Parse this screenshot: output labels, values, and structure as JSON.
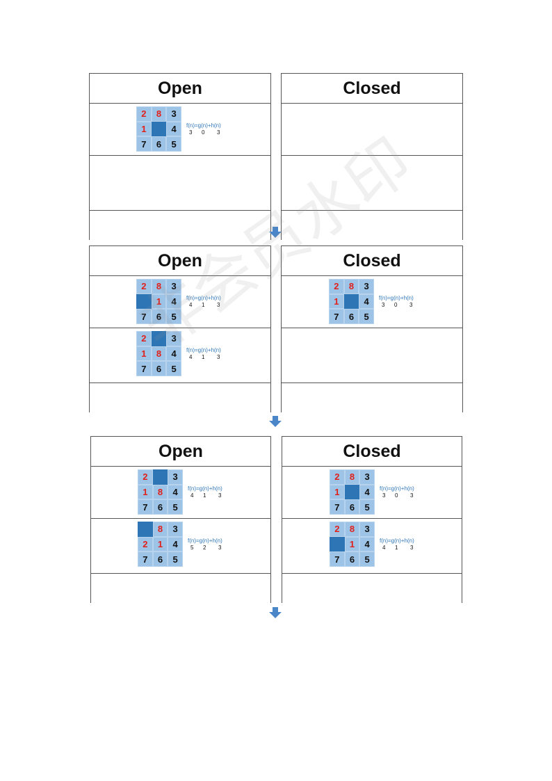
{
  "labels": {
    "open": "Open",
    "closed": "Closed"
  },
  "formula_label": "f(n)=g(n)+h(n)",
  "colors": {
    "tile": "#9dc3e6",
    "blank": "#2e75b6",
    "misplaced": "#e0201b",
    "arrow": "#4a86c8"
  },
  "stages": [
    {
      "open": [
        {
          "tiles": [
            "2",
            "8",
            "3",
            "1",
            "",
            "4",
            "7",
            "6",
            "5"
          ],
          "red": [
            0,
            1,
            3
          ],
          "f": "3",
          "g": "0",
          "h": "3"
        }
      ],
      "closed": []
    },
    {
      "open": [
        {
          "tiles": [
            "2",
            "8",
            "3",
            "",
            "1",
            "4",
            "7",
            "6",
            "5"
          ],
          "red": [
            0,
            1,
            4
          ],
          "f": "4",
          "g": "1",
          "h": "3"
        },
        {
          "tiles": [
            "2",
            "",
            "3",
            "1",
            "8",
            "4",
            "7",
            "6",
            "5"
          ],
          "red": [
            0,
            3,
            4
          ],
          "f": "4",
          "g": "1",
          "h": "3"
        }
      ],
      "closed": [
        {
          "tiles": [
            "2",
            "8",
            "3",
            "1",
            "",
            "4",
            "7",
            "6",
            "5"
          ],
          "red": [
            0,
            1,
            3
          ],
          "f": "3",
          "g": "0",
          "h": "3"
        }
      ]
    },
    {
      "open": [
        {
          "tiles": [
            "2",
            "",
            "3",
            "1",
            "8",
            "4",
            "7",
            "6",
            "5"
          ],
          "red": [
            0,
            3,
            4
          ],
          "f": "4",
          "g": "1",
          "h": "3"
        },
        {
          "tiles": [
            "",
            "8",
            "3",
            "2",
            "1",
            "4",
            "7",
            "6",
            "5"
          ],
          "red": [
            1,
            3,
            4
          ],
          "f": "5",
          "g": "2",
          "h": "3"
        }
      ],
      "closed": [
        {
          "tiles": [
            "2",
            "8",
            "3",
            "1",
            "",
            "4",
            "7",
            "6",
            "5"
          ],
          "red": [
            0,
            1,
            3
          ],
          "f": "3",
          "g": "0",
          "h": "3"
        },
        {
          "tiles": [
            "2",
            "8",
            "3",
            "",
            "1",
            "4",
            "7",
            "6",
            "5"
          ],
          "red": [
            0,
            1,
            4
          ],
          "f": "4",
          "g": "1",
          "h": "3"
        }
      ]
    }
  ],
  "watermark": "非会员水印"
}
